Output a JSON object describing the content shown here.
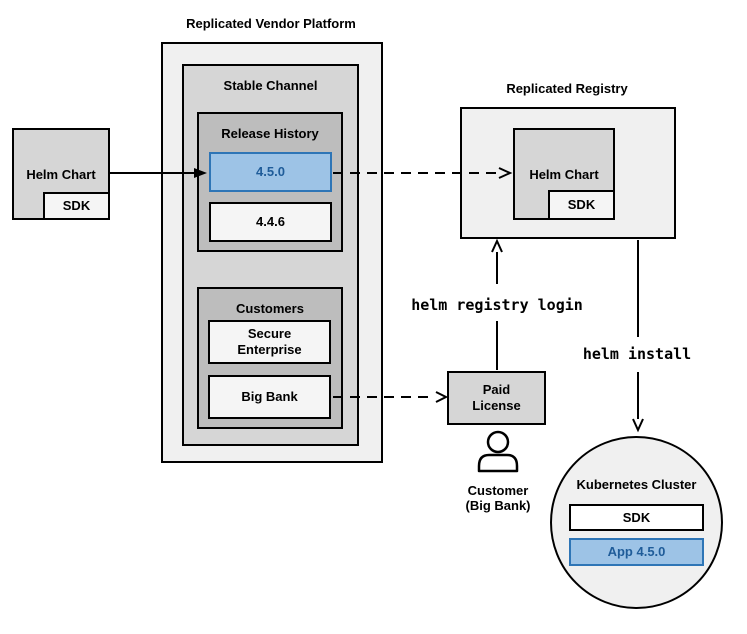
{
  "colors": {
    "highlight_fill": "#9dc3e6",
    "highlight_border": "#2e75b6",
    "highlight_text": "#1f5c99"
  },
  "platform": {
    "title": "Replicated Vendor Platform",
    "stable_channel": {
      "title": "Stable Channel",
      "release_history": {
        "title": "Release History",
        "releases": [
          {
            "version": "4.5.0",
            "highlighted": true
          },
          {
            "version": "4.4.6",
            "highlighted": false
          }
        ]
      },
      "customers": {
        "title": "Customers",
        "items": [
          {
            "name": "Secure\nEnterprise"
          },
          {
            "name": "Big Bank"
          }
        ]
      }
    }
  },
  "source": {
    "helm_chart": "Helm Chart",
    "sdk": "SDK"
  },
  "registry": {
    "title": "Replicated Registry",
    "helm_chart": "Helm Chart",
    "sdk": "SDK"
  },
  "license": {
    "label": "Paid\nLicense"
  },
  "customer_caption": "Customer\n(Big Bank)",
  "commands": {
    "registry_login": "helm registry login",
    "install": "helm install"
  },
  "cluster": {
    "title": "Kubernetes Cluster",
    "sdk": "SDK",
    "app": "App 4.5.0"
  }
}
